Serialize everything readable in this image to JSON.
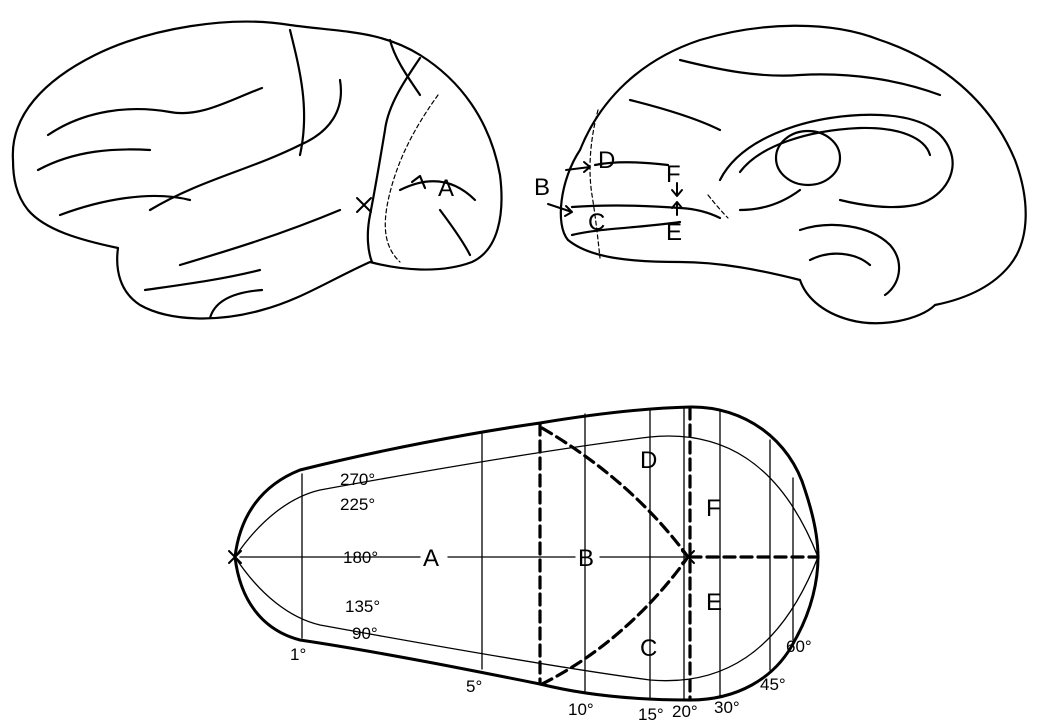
{
  "lateral_view": {
    "label_a": "A"
  },
  "medial_view": {
    "label_b": "B",
    "label_c": "C",
    "label_d": "D",
    "label_e": "E",
    "label_f": "F"
  },
  "visual_field_map": {
    "region_labels": {
      "a": "A",
      "b": "B",
      "c": "C",
      "d": "D",
      "e": "E",
      "f": "F"
    },
    "angle_labels": {
      "deg_270": "270°",
      "deg_225": "225°",
      "deg_180": "180°",
      "deg_135": "135°",
      "deg_90": "90°"
    },
    "eccentricity_labels": {
      "ecc_1": "1°",
      "ecc_5": "5°",
      "ecc_10": "10°",
      "ecc_15": "15°",
      "ecc_20": "20°",
      "ecc_30": "30°",
      "ecc_45": "45°",
      "ecc_60": "60°"
    }
  }
}
